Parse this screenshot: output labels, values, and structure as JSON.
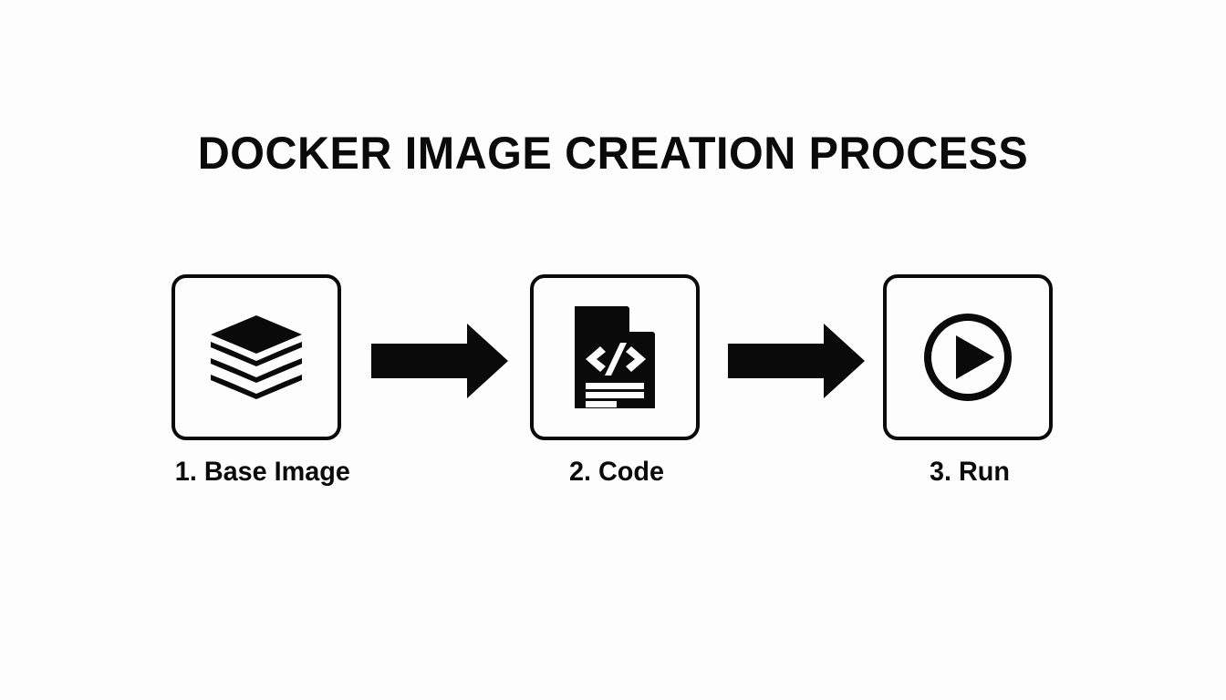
{
  "slide": {
    "title": "DOCKER IMAGE CREATION PROCESS",
    "background_color": "#fdfdfd",
    "foreground_color": "#0a0a0a"
  },
  "steps": [
    {
      "label": "1. Base Image",
      "icon": "layers-icon",
      "number": "1",
      "name": "Base Image"
    },
    {
      "label": "2. Code",
      "icon": "code-file-icon",
      "number": "2",
      "name": "Code"
    },
    {
      "label": "3. Run",
      "icon": "play-circle-icon",
      "number": "3",
      "name": "Run"
    }
  ],
  "connectors": [
    {
      "icon": "arrow-right-icon",
      "from": "1. Base Image",
      "to": "2. Code"
    },
    {
      "icon": "arrow-right-icon",
      "from": "2. Code",
      "to": "3. Run"
    }
  ],
  "code_icon_glyph": "</>"
}
